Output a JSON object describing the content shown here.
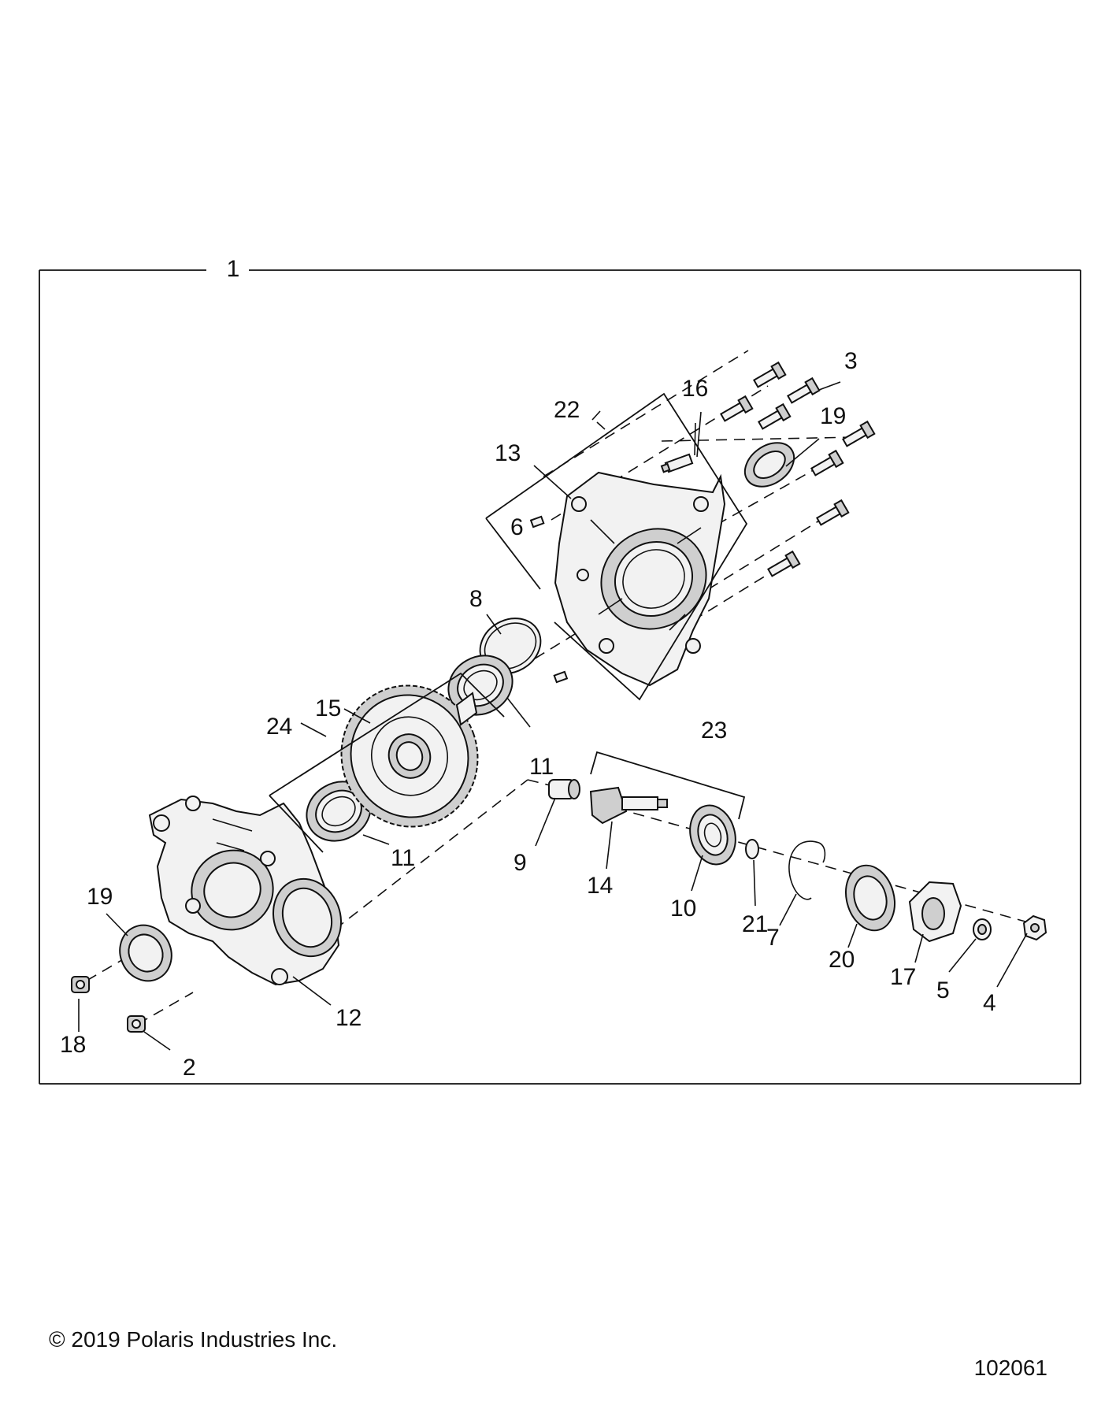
{
  "diagram": {
    "assembly_label": "1",
    "callouts": {
      "c2": "2",
      "c3": "3",
      "c4": "4",
      "c5": "5",
      "c6": "6",
      "c7": "7",
      "c8": "8",
      "c9": "9",
      "c10": "10",
      "c11a": "11",
      "c11b": "11",
      "c12": "12",
      "c13": "13",
      "c14": "14",
      "c15": "15",
      "c16": "16",
      "c17": "17",
      "c18": "18",
      "c19a": "19",
      "c19b": "19",
      "c20": "20",
      "c21": "21",
      "c22": "22",
      "c23": "23",
      "c24": "24"
    }
  },
  "footer": {
    "copyright": "© 2019 Polaris Industries Inc.",
    "diagram_number": "102061"
  }
}
